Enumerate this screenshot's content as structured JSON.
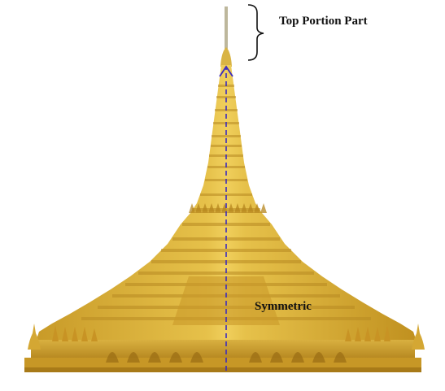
{
  "labels": {
    "top_portion": "Top Portion Part",
    "symmetric": "Symmetric"
  },
  "colors": {
    "gold_light": "#e3bd43",
    "gold_mid": "#d2a52c",
    "gold_dark": "#b5861d",
    "gold_shadow": "#8f6512",
    "spire": "#b9b39a",
    "axis_line": "#3b2bbf",
    "bracket": "#111111"
  },
  "icons": {
    "pagoda": "stupa-pagoda-illustration",
    "axis": "symmetry-axis-arrow",
    "bracket": "curly-brace"
  }
}
